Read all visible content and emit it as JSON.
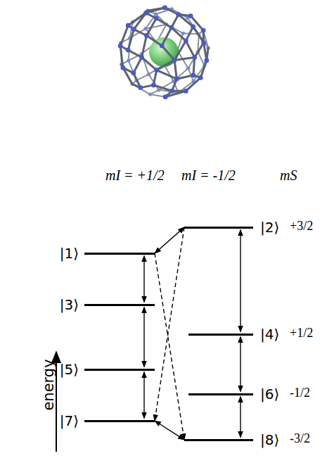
{
  "diagram": {
    "nodes": [
      {
        "text": [
          "|1⟩"
        ]
      },
      {
        "text": [
          "|2⟩"
        ]
      },
      {
        "text": [
          "|3⟩"
        ]
      },
      {
        "text": [
          "|4⟩"
        ]
      },
      {
        "text": [
          "|5⟩"
        ]
      },
      {
        "text": [
          "|6⟩"
        ]
      },
      {
        "text": [
          "|7⟩"
        ]
      },
      {
        "text": [
          "|8⟩"
        ]
      }
    ],
    "edges": [
      {
        "from": 0,
        "to": 2,
        "arrow": "both"
      },
      {
        "from": 2,
        "to": 4,
        "arrow": "both"
      },
      {
        "from": 4,
        "to": 6,
        "arrow": "both"
      },
      {
        "from": 1,
        "to": 3,
        "arrow": "both"
      },
      {
        "from": 3,
        "to": 5,
        "arrow": "both"
      },
      {
        "from": 5,
        "to": 7,
        "arrow": "both"
      },
      {
        "from": 0,
        "to": 1,
        "arrow": "both"
      },
      {
        "from": 6,
        "to": 7,
        "arrow": "both"
      },
      {
        "from": 1,
        "to": 6,
        "arrow": "to"
      },
      {
        "from": 0,
        "to": 7,
        "arrow": "to"
      }
    ],
    "labels": [
      "mI = +1/2",
      "mI = -1/2",
      "mS",
      "+3/2",
      "+1/2",
      "-1/2",
      "-3/2",
      "energy"
    ]
  }
}
